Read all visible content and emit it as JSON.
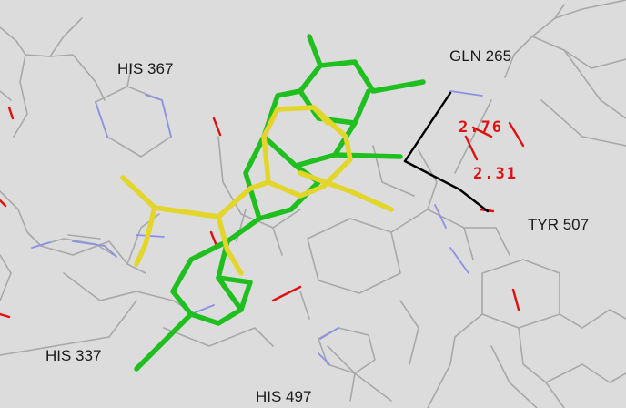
{
  "residue_labels": {
    "his367": "HIS 367",
    "gln265": "GLN 265",
    "tyr507": "TYR 507",
    "his337": "HIS 337",
    "his497": "HIS 497"
  },
  "distance_labels": {
    "d1": "2.76",
    "d2": "2.31"
  },
  "colors": {
    "background": "#dcdcdc",
    "protein_carbon": "#a8a8a8",
    "nitrogen": "#8f8fe6",
    "oxygen": "#e01010",
    "ligand_green": "#1fbf1f",
    "ligand_yellow": "#e3d62a",
    "hbond": "#000000",
    "label_text": "#1a1a1a",
    "distance_text": "#e01010"
  }
}
